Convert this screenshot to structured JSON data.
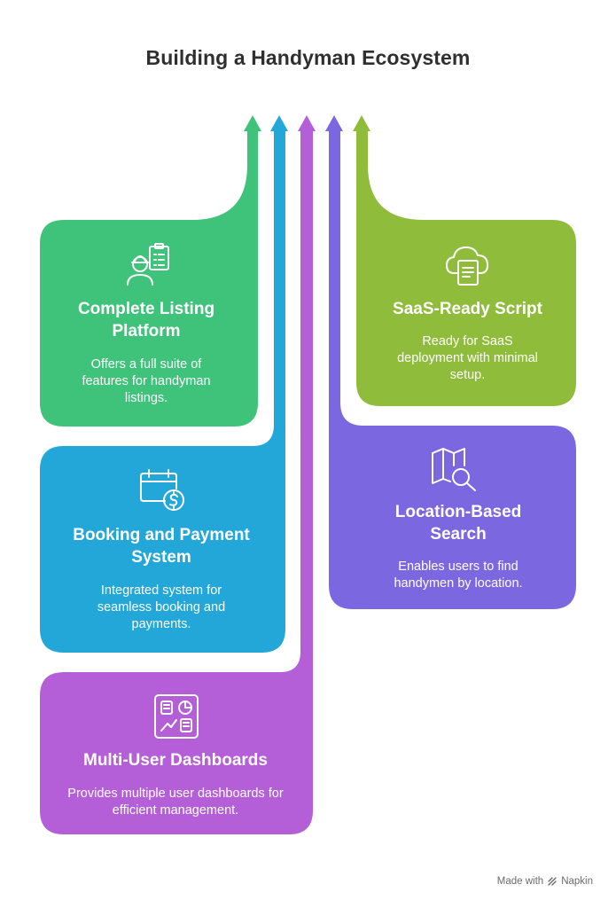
{
  "title": "Building a Handyman Ecosystem",
  "colors": {
    "green": "#3fc27a",
    "blue": "#22a7d8",
    "purple": "#b45ed8",
    "indigo": "#7b68e0",
    "olive": "#8fbc3a"
  },
  "cards": [
    {
      "title": "Complete Listing Platform",
      "description": "Offers a full suite of features for handyman listings.",
      "icon": "worker-checklist-icon"
    },
    {
      "title": "Booking and Payment System",
      "description": "Integrated system for seamless booking and payments.",
      "icon": "calendar-dollar-icon"
    },
    {
      "title": "Multi-User Dashboards",
      "description": "Provides multiple user dashboards for efficient management.",
      "icon": "dashboard-icon"
    },
    {
      "title": "SaaS-Ready Script",
      "description": "Ready for SaaS deployment with minimal setup.",
      "icon": "cloud-document-icon"
    },
    {
      "title": "Location-Based Search",
      "description": "Enables users to find handymen by location.",
      "icon": "map-search-icon"
    }
  ],
  "footer": {
    "prefix": "Made with",
    "brand": "Napkin"
  }
}
